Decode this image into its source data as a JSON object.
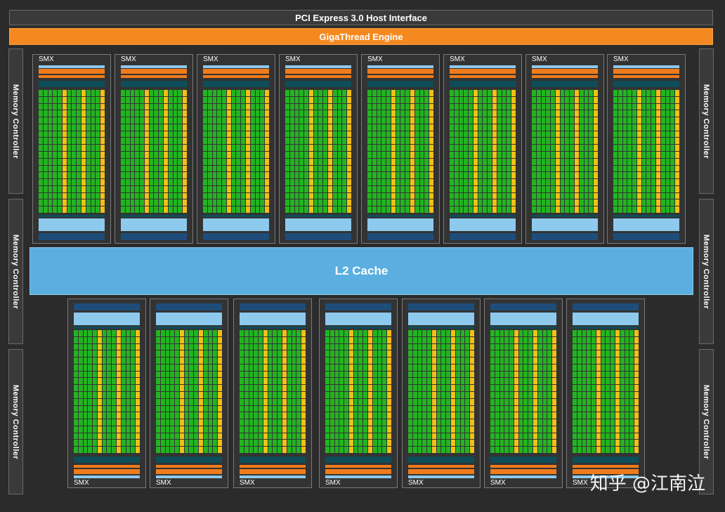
{
  "pcie": {
    "label": "PCI Express 3.0 Host Interface"
  },
  "gigathread": {
    "label": "GigaThread Engine"
  },
  "l2": {
    "label": "L2 Cache"
  },
  "memory_controller": {
    "label": "Memory Controller"
  },
  "smx": {
    "label": "SMX"
  },
  "watermark": {
    "text": "知乎 @江南泣"
  },
  "colors": {
    "background": "#2b2b2b",
    "gigathread": "#f5891f",
    "l2_cache": "#5aafe0",
    "core": "#22b521",
    "special_unit": "#f2c017",
    "register": "#ef7c1c",
    "teal_unit": "#0d4e5a"
  }
}
